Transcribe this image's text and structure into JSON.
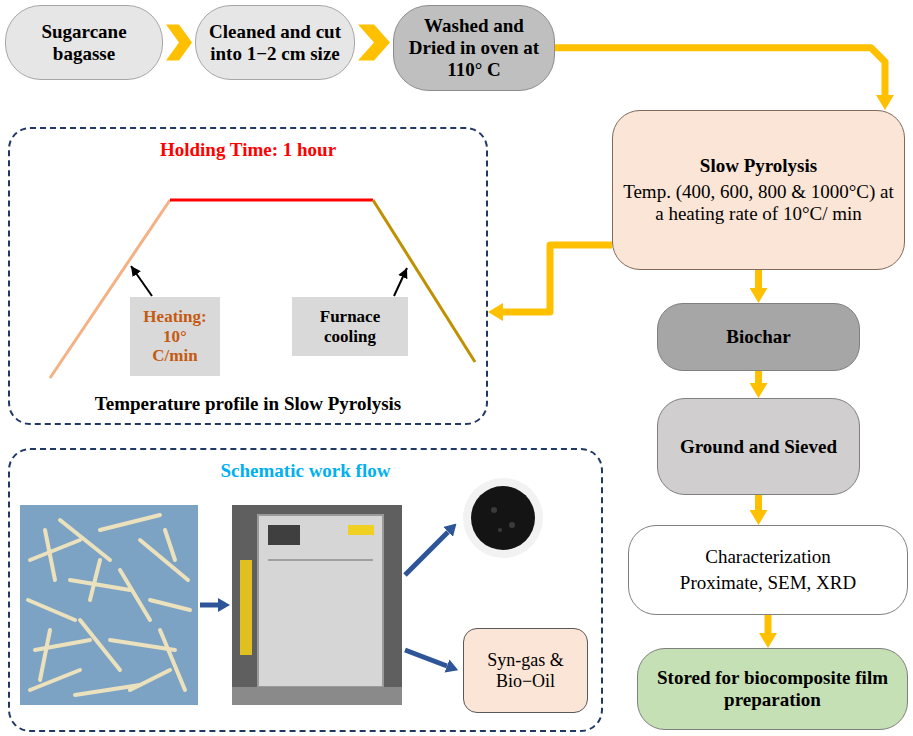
{
  "diagram": {
    "nodes": [
      {
        "text": [
          "Sugarcane bagasse"
        ]
      },
      {
        "text": [
          "Cleaned and cut into 1−2 cm size"
        ]
      },
      {
        "text": [
          "Washed and Dried in oven at 110° C"
        ]
      },
      {
        "text": [
          "Slow Pyrolysis",
          "Temp. (400, 600, 800 & 1000°C) at a heating rate of 10°C/ min"
        ]
      },
      {
        "text": [
          "Holding Time: 1 hour",
          "Temperature profile in Slow Pyrolysis"
        ]
      },
      {
        "text": [
          "Heating: 10° C/min"
        ],
        "in": 4
      },
      {
        "text": [
          "Furnace cooling"
        ],
        "in": 4
      },
      {
        "text": [
          "Biochar"
        ]
      },
      {
        "text": [
          "Ground and Sieved"
        ]
      },
      {
        "text": [
          "Characterization",
          "Proximate, SEM, XRD"
        ]
      },
      {
        "text": [
          "Stored for biocomposite film preparation"
        ]
      },
      {
        "text": [
          "Schematic work flow"
        ]
      },
      {
        "text": [
          "Syn-gas & Bio−Oil"
        ],
        "in": 11
      }
    ],
    "edges": [
      {
        "from": 0,
        "to": 1,
        "arrow": "to"
      },
      {
        "from": 1,
        "to": 2,
        "arrow": "to"
      },
      {
        "from": 2,
        "to": 3,
        "arrow": "to"
      },
      {
        "from": 3,
        "to": 4,
        "arrow": "to"
      },
      {
        "from": 3,
        "to": 7,
        "arrow": "to"
      },
      {
        "from": 7,
        "to": 8,
        "arrow": "to"
      },
      {
        "from": 8,
        "to": 9,
        "arrow": "to"
      },
      {
        "from": 9,
        "to": 10,
        "arrow": "to"
      }
    ]
  }
}
